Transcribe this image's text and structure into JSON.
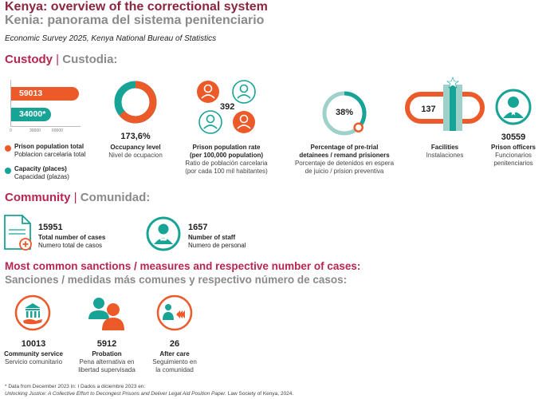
{
  "header": {
    "title_en": "Kenya: overview of the correctional system",
    "title_es": "Kenia: panorama del sistema penitenciario",
    "source": "Economic Survey 2025, Kenya National Bureau of Statistics"
  },
  "custody": {
    "heading_en": "Custody",
    "heading_sep": "|",
    "heading_es": "Custodia:",
    "bars": {
      "prison_population_value": "59013",
      "capacity_value": "34000*",
      "axis_ticks": [
        "0",
        "30000",
        "60000"
      ],
      "legend_pop_en": "Prison population total",
      "legend_pop_es": "Poblacion carcelaria total",
      "legend_cap_en": "Capacity (places)",
      "legend_cap_es": "Capacidad (plazas)"
    },
    "occupancy": {
      "value": "173,6%",
      "label_en": "Occupancy level",
      "label_es": "Nivel de ocupacion"
    },
    "rate": {
      "value": "392",
      "label_en": "Prison population rate\n(per 100,000 population)",
      "label_es": "Ratio de población carcelaria\n(por cada 100 mil habitantes)"
    },
    "pretrial": {
      "value": "38%",
      "label_en": "Percentage of pre-trial\ndetainees / remand prisioners",
      "label_es": "Porcentaje de detenidos en espera\nde juicio / prision preventiva"
    },
    "facilities": {
      "value": "137",
      "label_en": "Facilities",
      "label_es": "Instalaciones"
    },
    "officers": {
      "value": "30559",
      "label_en": "Prison officers",
      "label_es": "Funcionarios\npenitenciarios"
    }
  },
  "community": {
    "heading_en": "Community",
    "heading_sep": "|",
    "heading_es": "Comunidad:",
    "cases": {
      "value": "15951",
      "label_en": "Total number of cases",
      "label_es": "Numero total de casos"
    },
    "staff": {
      "value": "1657",
      "label_en": "Number of staff",
      "label_es": "Numero de personal"
    }
  },
  "sanctions": {
    "heading_en": "Most common sanctions / measures and respective number of cases:",
    "heading_es": "Sanciones / medidas más comunes y respectivo número de casos:",
    "items": [
      {
        "value": "10013",
        "label_en": "Community service",
        "label_es": "Servicio comunitario"
      },
      {
        "value": "5912",
        "label_en": "Probation",
        "label_es": "Pena alternativa en\nlibertad supervisada"
      },
      {
        "value": "26",
        "label_en": "After care",
        "label_es": "Seguimiento en\nla comunidad"
      }
    ]
  },
  "footer": {
    "note": "* Data from December 2023 in: I Dados a diciembre 2023 en:",
    "citation_title": "Unlocking Justice: A Collective Effort to Decongest Prisons and Deliver Legal Aid Position Paper.",
    "citation_rest": " Law Society of Kenya, 2024."
  },
  "colors": {
    "orange": "#ec5a2a",
    "teal": "#17a396",
    "light_teal": "#9fd1cb",
    "maroon": "#8b2540",
    "crimson": "#b8264f",
    "gray": "#8a8a8a"
  }
}
